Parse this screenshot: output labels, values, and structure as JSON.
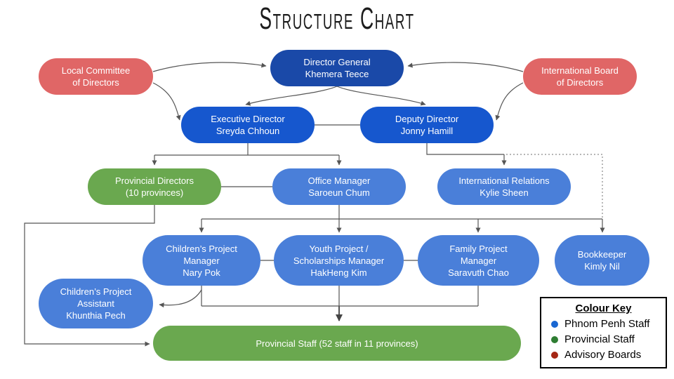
{
  "title": "Structure Chart",
  "nodes": {
    "local_committee": {
      "lines": [
        "Local Committee",
        "of Directors"
      ],
      "color": "#e06666"
    },
    "director_general": {
      "lines": [
        "Director General",
        "Khemera Teece"
      ],
      "color": "#1a49a8"
    },
    "international_board": {
      "lines": [
        "International Board",
        "of Directors"
      ],
      "color": "#e06666"
    },
    "executive_director": {
      "lines": [
        "Executive Director",
        "Sreyda Chhoun"
      ],
      "color": "#1657ce"
    },
    "deputy_director": {
      "lines": [
        "Deputy Director",
        "Jonny Hamill"
      ],
      "color": "#1657ce"
    },
    "provincial_directors": {
      "lines": [
        "Provincial Directors",
        "(10 provinces)"
      ],
      "color": "#6aa84f"
    },
    "office_manager": {
      "lines": [
        "Office Manager",
        "Saroeun Chum"
      ],
      "color": "#4a7fd9"
    },
    "international_relations": {
      "lines": [
        "International Relations",
        "Kylie Sheen"
      ],
      "color": "#4a7fd9"
    },
    "childrens_pm": {
      "lines": [
        "Children’s Project",
        "Manager",
        "Nary Pok"
      ],
      "color": "#4a7fd9"
    },
    "youth_pm": {
      "lines": [
        "Youth Project /",
        "Scholarships Manager",
        "HakHeng Kim"
      ],
      "color": "#4a7fd9"
    },
    "family_pm": {
      "lines": [
        "Family Project",
        "Manager",
        "Saravuth Chao"
      ],
      "color": "#4a7fd9"
    },
    "bookkeeper": {
      "lines": [
        "Bookkeeper",
        "Kimly Nil"
      ],
      "color": "#4a7fd9"
    },
    "childrens_assistant": {
      "lines": [
        "Children’s Project",
        "Assistant",
        "Khunthia Pech"
      ],
      "color": "#4a7fd9"
    },
    "provincial_staff": {
      "lines": [
        "Provincial Staff (52 staff in 11 provinces)"
      ],
      "color": "#6aa84f"
    }
  },
  "edges": [
    {
      "from": "local_committee",
      "to": "director_general",
      "style": "arrow"
    },
    {
      "from": "international_board",
      "to": "director_general",
      "style": "arrow"
    },
    {
      "from": "local_committee",
      "to": "executive_director",
      "style": "arrow"
    },
    {
      "from": "international_board",
      "to": "deputy_director",
      "style": "arrow"
    },
    {
      "from": "director_general",
      "to": "executive_director",
      "style": "arrow"
    },
    {
      "from": "director_general",
      "to": "deputy_director",
      "style": "arrow"
    },
    {
      "from": "executive_director",
      "to": "deputy_director",
      "style": "plain"
    },
    {
      "from": "executive_director",
      "to": "provincial_directors",
      "style": "arrow"
    },
    {
      "from": "executive_director",
      "to": "office_manager",
      "style": "arrow"
    },
    {
      "from": "deputy_director",
      "to": "international_relations",
      "style": "arrow"
    },
    {
      "from": "deputy_director",
      "to": "bookkeeper",
      "style": "dotted-arrow"
    },
    {
      "from": "provincial_directors",
      "to": "office_manager",
      "style": "plain"
    },
    {
      "from": "office_manager",
      "to": "childrens_pm",
      "style": "arrow"
    },
    {
      "from": "office_manager",
      "to": "youth_pm",
      "style": "arrow"
    },
    {
      "from": "office_manager",
      "to": "family_pm",
      "style": "arrow"
    },
    {
      "from": "office_manager",
      "to": "bookkeeper",
      "style": "arrow"
    },
    {
      "from": "childrens_pm",
      "to": "youth_pm",
      "style": "plain"
    },
    {
      "from": "youth_pm",
      "to": "family_pm",
      "style": "plain"
    },
    {
      "from": "childrens_pm",
      "to": "childrens_assistant",
      "style": "arrow"
    },
    {
      "from": "childrens_pm",
      "to": "provincial_staff",
      "style": "arrow"
    },
    {
      "from": "youth_pm",
      "to": "provincial_staff",
      "style": "arrow"
    },
    {
      "from": "family_pm",
      "to": "provincial_staff",
      "style": "arrow"
    },
    {
      "from": "provincial_directors",
      "to": "provincial_staff",
      "style": "arrow"
    }
  ],
  "legend": {
    "title": "Colour Key",
    "items": [
      {
        "label": "Phnom Penh Staff",
        "color": "#1967d2"
      },
      {
        "label": "Provincial Staff",
        "color": "#2e7d32"
      },
      {
        "label": "Advisory Boards",
        "color": "#a52714"
      }
    ]
  },
  "colors": {
    "node_dark_blue": "#1a49a8",
    "node_medium_blue": "#1657ce",
    "node_light_blue": "#4a7fd9",
    "node_green": "#6aa84f",
    "node_red": "#e06666",
    "connector": "#555555",
    "dotted_connector": "#8a8a8a",
    "background": "#ffffff"
  }
}
